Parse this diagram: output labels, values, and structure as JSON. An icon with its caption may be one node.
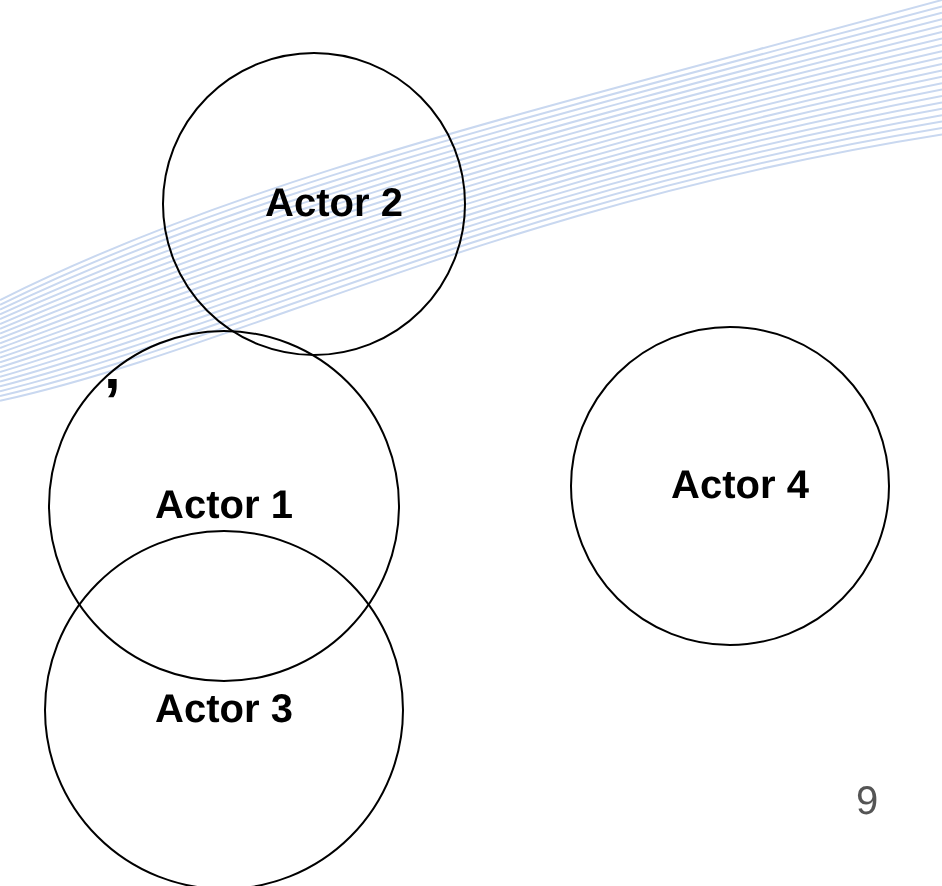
{
  "diagram": {
    "nodes": [
      {
        "text": [
          "Actor 2"
        ]
      },
      {
        "text": [
          "Actor 1"
        ]
      },
      {
        "text": [
          "Actor 4"
        ]
      },
      {
        "text": [
          "Actor 3"
        ]
      }
    ],
    "labels": [
      ",",
      "9"
    ]
  }
}
